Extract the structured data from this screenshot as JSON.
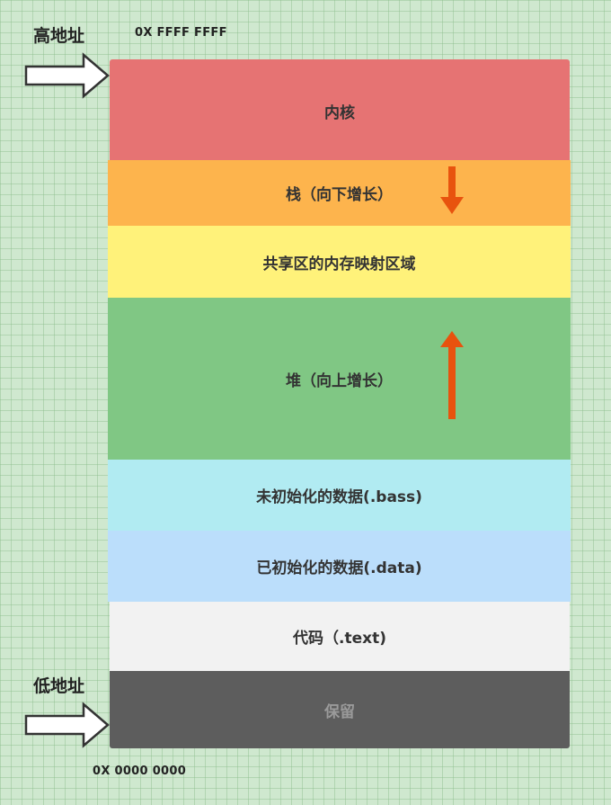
{
  "addresses": {
    "high_label": "高地址",
    "high_hex": "0X FFFF FFFF",
    "low_label": "低地址",
    "low_hex": "0X 0000 0000"
  },
  "segments": {
    "kernel": "内核",
    "stack": "栈（向下增长）",
    "mmap": "共享区的内存映射区域",
    "heap": "堆（向上增长）",
    "bss": "未初始化的数据(.bass)",
    "data": "已初始化的数据(.data)",
    "text": "代码（.text)",
    "reserved": "保留"
  },
  "colors": {
    "kernel": "#e67373",
    "stack": "#fdb44d",
    "mmap": "#fff27a",
    "heap": "#80c784",
    "bss": "#b1ebf2",
    "data": "#bbdefb",
    "text": "#f2f2f2",
    "reserved": "#5d5d5d",
    "growth_arrow": "#e8530e"
  },
  "icons": {
    "high_pointer": "right-arrow-outline-icon",
    "low_pointer": "right-arrow-outline-icon",
    "stack_growth": "arrow-down-icon",
    "heap_growth": "arrow-up-icon"
  }
}
